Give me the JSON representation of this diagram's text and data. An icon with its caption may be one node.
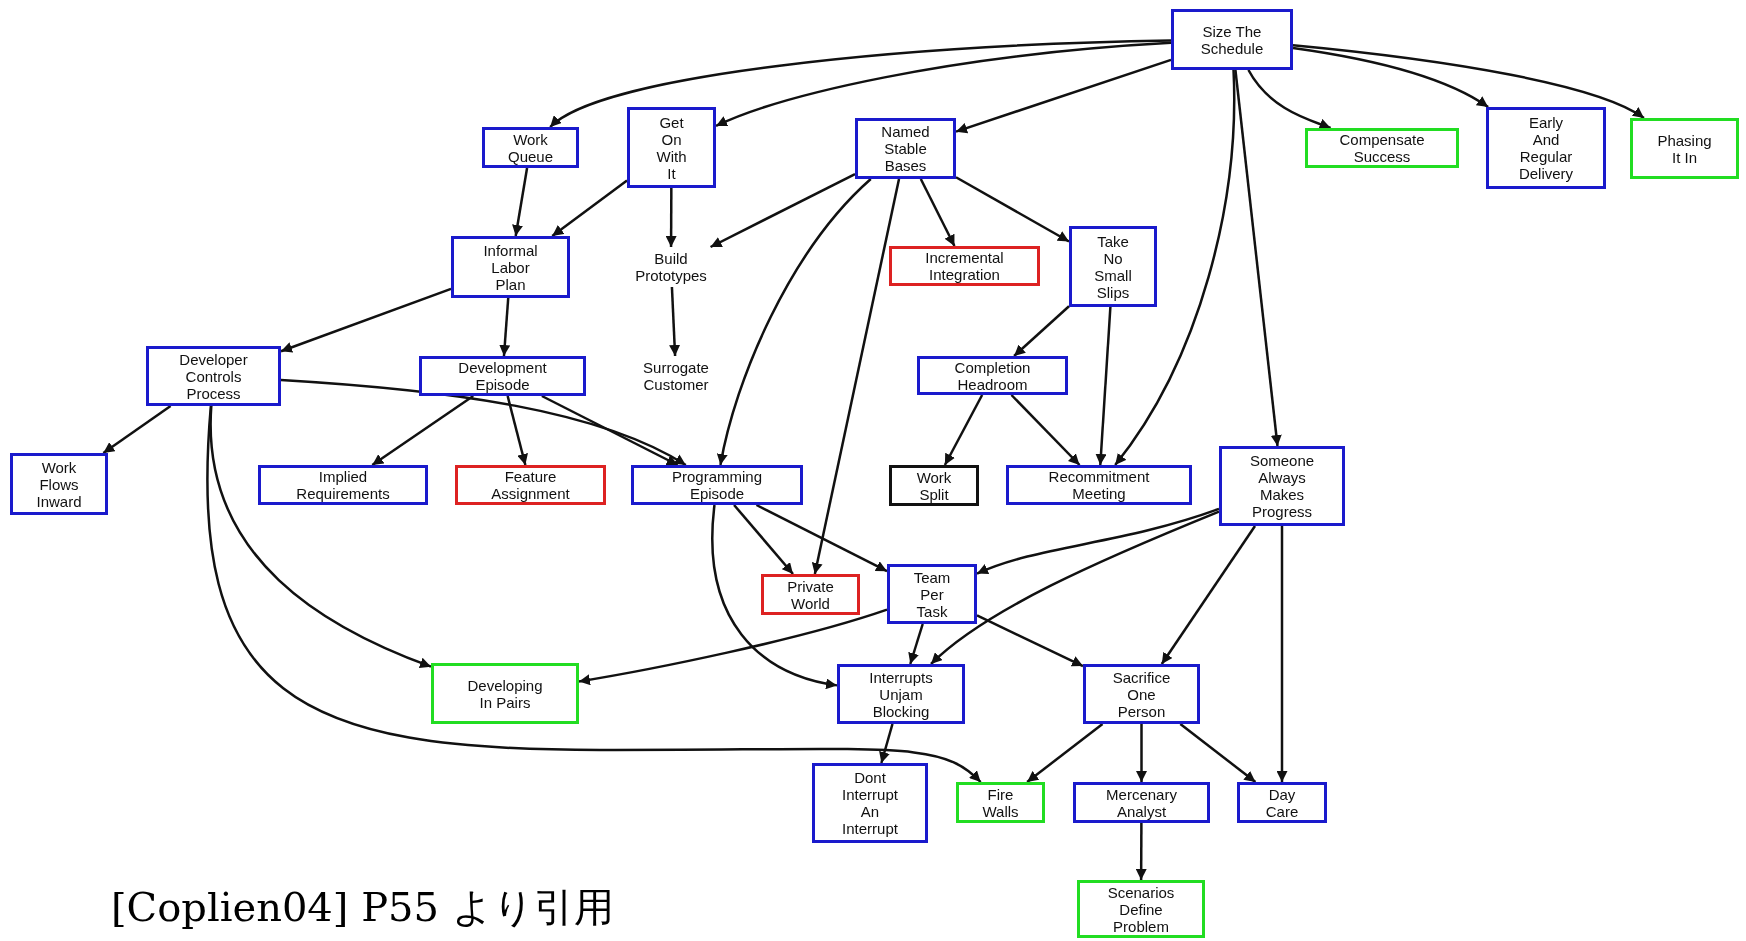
{
  "diagram": {
    "nodes": [
      {
        "text": [
          "Size The Schedule"
        ]
      },
      {
        "text": [
          "Work Queue"
        ]
      },
      {
        "text": [
          "Get On With It"
        ]
      },
      {
        "text": [
          "Named Stable Bases"
        ]
      },
      {
        "text": [
          "Compensate Success"
        ]
      },
      {
        "text": [
          "Early And Regular Delivery"
        ]
      },
      {
        "text": [
          "Phasing It In"
        ]
      },
      {
        "text": [
          "Informal Labor Plan"
        ]
      },
      {
        "text": [
          "Build Prototypes"
        ]
      },
      {
        "text": [
          "Incremental Integration"
        ]
      },
      {
        "text": [
          "Take No Small Slips"
        ]
      },
      {
        "text": [
          "Developer Controls Process"
        ]
      },
      {
        "text": [
          "Development Episode"
        ]
      },
      {
        "text": [
          "Surrogate Customer"
        ]
      },
      {
        "text": [
          "Completion Headroom"
        ]
      },
      {
        "text": [
          "Work Flows Inward"
        ]
      },
      {
        "text": [
          "Implied Requirements"
        ]
      },
      {
        "text": [
          "Feature Assignment"
        ]
      },
      {
        "text": [
          "Programming Episode"
        ]
      },
      {
        "text": [
          "Work Split"
        ]
      },
      {
        "text": [
          "Recommitment Meeting"
        ]
      },
      {
        "text": [
          "Someone Always Makes Progress"
        ]
      },
      {
        "text": [
          "Private World"
        ]
      },
      {
        "text": [
          "Team Per Task"
        ]
      },
      {
        "text": [
          "Developing In Pairs"
        ]
      },
      {
        "text": [
          "Interrupts Unjam Blocking"
        ]
      },
      {
        "text": [
          "Sacrifice One Person"
        ]
      },
      {
        "text": [
          "Dont Interrupt An Interrupt"
        ]
      },
      {
        "text": [
          "Fire Walls"
        ]
      },
      {
        "text": [
          "Mercenary Analyst"
        ]
      },
      {
        "text": [
          "Day Care"
        ]
      },
      {
        "text": [
          "Scenarios Define Problem"
        ]
      }
    ],
    "edges": [
      {
        "from": 0,
        "to": 1,
        "arrow": "to"
      },
      {
        "from": 0,
        "to": 2,
        "arrow": "to"
      },
      {
        "from": 0,
        "to": 3,
        "arrow": "to"
      },
      {
        "from": 0,
        "to": 4,
        "arrow": "to"
      },
      {
        "from": 0,
        "to": 5,
        "arrow": "to"
      },
      {
        "from": 0,
        "to": 6,
        "arrow": "to"
      },
      {
        "from": 0,
        "to": 20,
        "arrow": "to"
      },
      {
        "from": 0,
        "to": 21,
        "arrow": "to"
      },
      {
        "from": 1,
        "to": 7,
        "arrow": "to"
      },
      {
        "from": 2,
        "to": 7,
        "arrow": "to"
      },
      {
        "from": 2,
        "to": 8,
        "arrow": "to"
      },
      {
        "from": 3,
        "to": 8,
        "arrow": "to"
      },
      {
        "from": 3,
        "to": 18,
        "arrow": "to"
      },
      {
        "from": 3,
        "to": 22,
        "arrow": "to"
      },
      {
        "from": 3,
        "to": 9,
        "arrow": "to"
      },
      {
        "from": 3,
        "to": 10,
        "arrow": "to"
      },
      {
        "from": 7,
        "to": 11,
        "arrow": "to"
      },
      {
        "from": 7,
        "to": 12,
        "arrow": "to"
      },
      {
        "from": 8,
        "to": 13,
        "arrow": "to"
      },
      {
        "from": 10,
        "to": 14,
        "arrow": "to"
      },
      {
        "from": 10,
        "to": 20,
        "arrow": "to"
      },
      {
        "from": 14,
        "to": 19,
        "arrow": "to"
      },
      {
        "from": 14,
        "to": 20,
        "arrow": "to"
      },
      {
        "from": 11,
        "to": 15,
        "arrow": "to"
      },
      {
        "from": 11,
        "to": 18,
        "arrow": "to"
      },
      {
        "from": 11,
        "to": 24,
        "arrow": "to"
      },
      {
        "from": 11,
        "to": 28,
        "arrow": "to"
      },
      {
        "from": 12,
        "to": 16,
        "arrow": "to"
      },
      {
        "from": 12,
        "to": 17,
        "arrow": "to"
      },
      {
        "from": 12,
        "to": 18,
        "arrow": "to"
      },
      {
        "from": 18,
        "to": 22,
        "arrow": "to"
      },
      {
        "from": 18,
        "to": 23,
        "arrow": "to"
      },
      {
        "from": 18,
        "to": 25,
        "arrow": "to"
      },
      {
        "from": 21,
        "to": 23,
        "arrow": "to"
      },
      {
        "from": 21,
        "to": 25,
        "arrow": "to"
      },
      {
        "from": 21,
        "to": 26,
        "arrow": "to"
      },
      {
        "from": 21,
        "to": 30,
        "arrow": "to"
      },
      {
        "from": 23,
        "to": 24,
        "arrow": "to"
      },
      {
        "from": 23,
        "to": 25,
        "arrow": "to"
      },
      {
        "from": 23,
        "to": 26,
        "arrow": "to"
      },
      {
        "from": 25,
        "to": 27,
        "arrow": "to"
      },
      {
        "from": 26,
        "to": 28,
        "arrow": "to"
      },
      {
        "from": 26,
        "to": 29,
        "arrow": "to"
      },
      {
        "from": 26,
        "to": 30,
        "arrow": "to"
      },
      {
        "from": 29,
        "to": 31,
        "arrow": "to"
      }
    ],
    "labels": [
      "[Coplien04] P55 より引用"
    ]
  }
}
